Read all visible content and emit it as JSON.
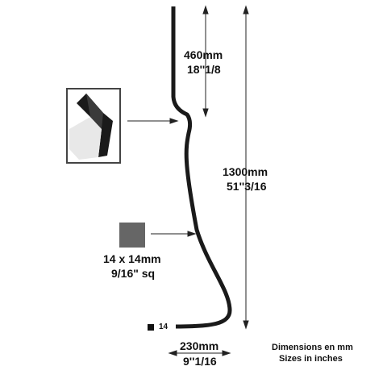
{
  "dimensions": {
    "top_section": {
      "mm": "460mm",
      "inches": "18''1/8"
    },
    "total_height": {
      "mm": "1300mm",
      "inches": "51''3/16"
    },
    "width": {
      "mm": "230mm",
      "inches": "9''1/16"
    }
  },
  "section": {
    "size_mm": "14 x 14mm",
    "size_in": "9/16\" sq",
    "marker": "14"
  },
  "notes": {
    "line1": "Dimensions en mm",
    "line2": "Sizes in inches"
  },
  "colors": {
    "bar": "#1a1a1a",
    "line": "#222222",
    "square": "#666666",
    "frame": "#444444"
  }
}
